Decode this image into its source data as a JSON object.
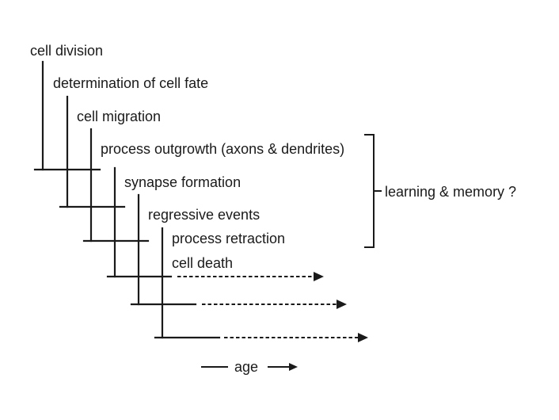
{
  "stages": [
    {
      "label": "cell division"
    },
    {
      "label": "determination of cell fate"
    },
    {
      "label": "cell migration"
    },
    {
      "label": "process outgrowth (axons & dendrites)"
    },
    {
      "label": "synapse formation"
    },
    {
      "label": "regressive events"
    },
    {
      "label": "process retraction"
    },
    {
      "label": "cell death"
    }
  ],
  "bracket_label": "learning & memory ?",
  "age_label": "age",
  "colors": {
    "ink": "#1a1a1a",
    "background": "#ffffff"
  }
}
